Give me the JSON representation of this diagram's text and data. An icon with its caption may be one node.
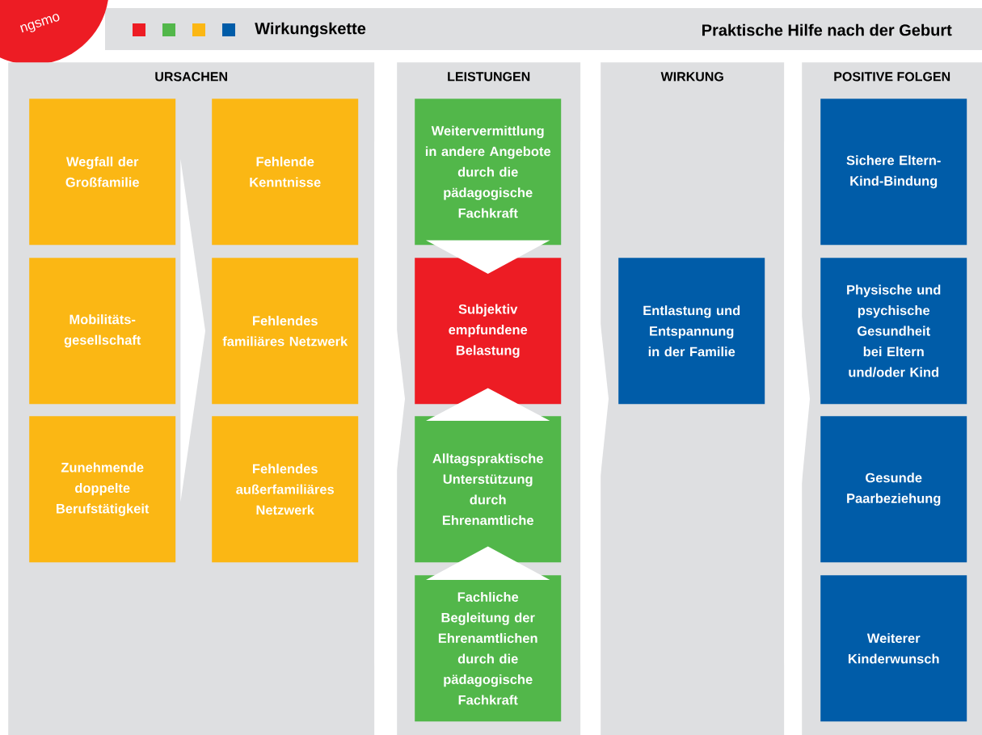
{
  "diagram": {
    "title": "Wirkungskette",
    "nodes": [
      {
        "text": [
          "URSACHEN"
        ]
      },
      {
        "text": [
          "Wegfall der Großfamilie"
        ],
        "in": 0
      },
      {
        "text": [
          "Mobilitäts-gesellschaft"
        ],
        "in": 0
      },
      {
        "text": [
          "Zunehmende doppelte Berufstätigkeit"
        ],
        "in": 0
      },
      {
        "text": [
          "Fehlende Kenntnisse"
        ],
        "in": 0
      },
      {
        "text": [
          "Fehlendes familiäres Netzwerk"
        ],
        "in": 0
      },
      {
        "text": [
          "Fehlendes außerfamiliäres Netzwerk"
        ],
        "in": 0
      },
      {
        "text": [
          "LEISTUNGEN"
        ]
      },
      {
        "text": [
          "Weitervermittlung in andere Angebote durch die pädagogische Fachkraft"
        ],
        "in": 7
      },
      {
        "text": [
          "Subjektiv empfundene Belastung"
        ],
        "in": 7
      },
      {
        "text": [
          "Alltagspraktische Unterstützung durch Ehrenamtliche"
        ],
        "in": 7
      },
      {
        "text": [
          "Fachliche Begleitung der Ehrenamtlichen durch die pädagogische Fachkraft"
        ],
        "in": 7
      },
      {
        "text": [
          "WIRKUNG"
        ]
      },
      {
        "text": [
          "Entlastung und Entspannung in der Familie"
        ],
        "in": 12
      },
      {
        "text": [
          "POSITIVE FOLGEN"
        ]
      },
      {
        "text": [
          "Sichere Eltern-Kind-Bindung"
        ],
        "in": 14
      },
      {
        "text": [
          "Physische und psychische Gesundheit bei Eltern und/oder Kind"
        ],
        "in": 14
      },
      {
        "text": [
          "Gesunde Paarbeziehung"
        ],
        "in": 14
      },
      {
        "text": [
          "Weiterer Kinderwunsch"
        ],
        "in": 14
      }
    ],
    "edges": [
      {
        "from": 2,
        "to": 5,
        "arrow": "to"
      },
      {
        "from": 0,
        "to": 7,
        "arrow": "to"
      },
      {
        "from": 7,
        "to": 12,
        "arrow": "to"
      },
      {
        "from": 12,
        "to": 14,
        "arrow": "to"
      },
      {
        "from": 8,
        "to": 9,
        "arrow": "to"
      },
      {
        "from": 10,
        "to": 9,
        "arrow": "to"
      },
      {
        "from": 11,
        "to": 10,
        "arrow": "to"
      }
    ],
    "labels": [
      "ngsmo",
      "Praktische Hilfe nach der Geburt"
    ]
  }
}
